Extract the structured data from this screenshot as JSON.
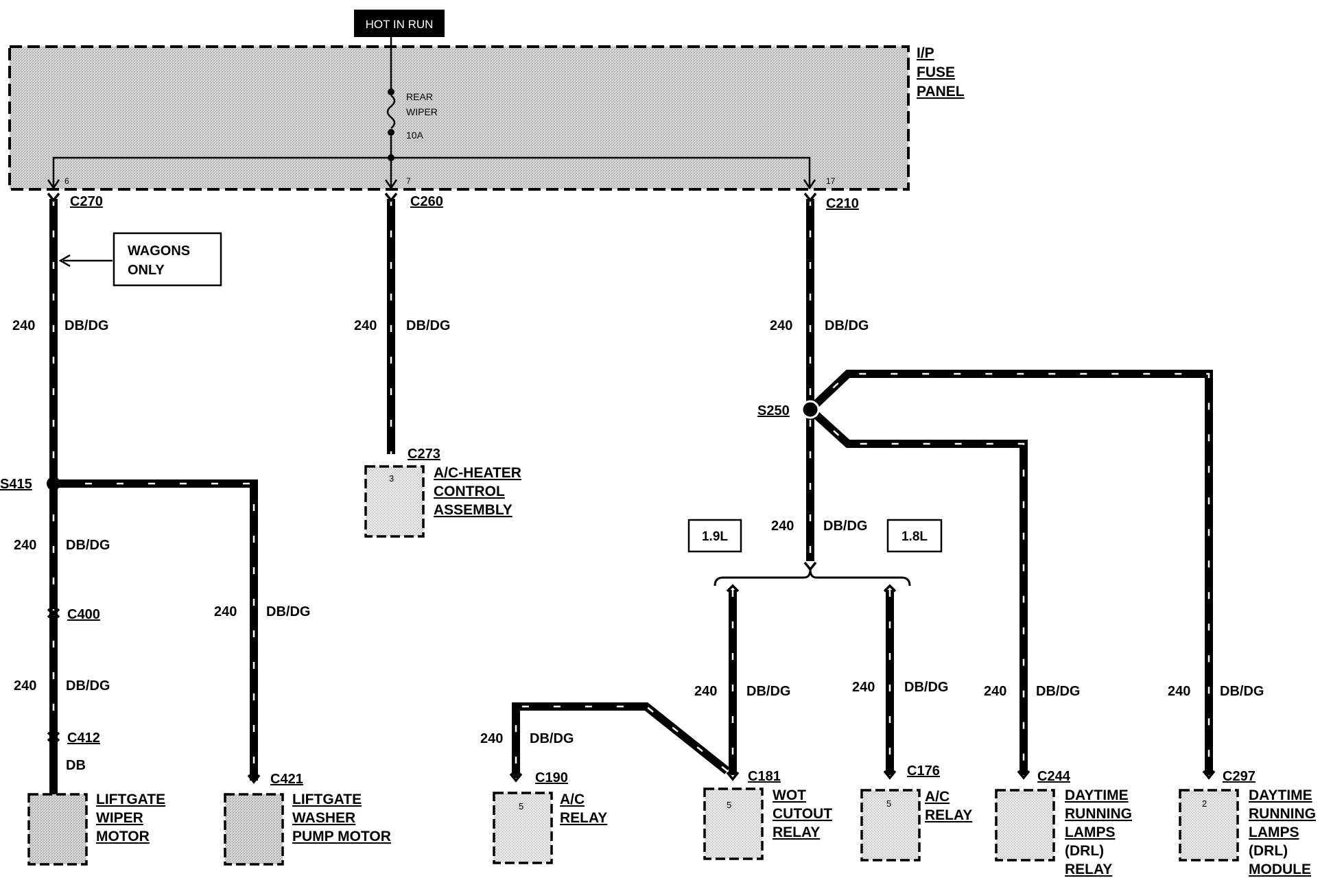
{
  "source": {
    "label": "HOT IN RUN"
  },
  "fuse_panel": {
    "label_lines": [
      "I/P",
      "FUSE",
      "PANEL"
    ],
    "fuse_name_lines": [
      "REAR",
      "WIPER"
    ],
    "fuse_rating": "10A",
    "pins": [
      "6",
      "7",
      "17"
    ]
  },
  "connectors": {
    "c270": "C270",
    "c260": "C260",
    "c210": "C210",
    "c273": "C273",
    "c400": "C400",
    "c412": "C412",
    "c421": "C421",
    "c190": "C190",
    "c181": "C181",
    "c176": "C176",
    "c244": "C244",
    "c297": "C297"
  },
  "splices": {
    "s415": "S415",
    "s250": "S250"
  },
  "notes": {
    "wagons_lines": [
      "WAGONS",
      "ONLY"
    ],
    "engine_19": "1.9L",
    "engine_18": "1.8L"
  },
  "wire": {
    "circuit": "240",
    "color": "DB/DG",
    "color_db": "DB"
  },
  "components": {
    "ac_heater": {
      "pin": "3",
      "lines": [
        "A/C-HEATER",
        "CONTROL",
        "ASSEMBLY"
      ]
    },
    "liftgate_wiper": {
      "lines": [
        "LIFTGATE",
        "WIPER",
        "MOTOR"
      ]
    },
    "liftgate_washer": {
      "lines": [
        "LIFTGATE",
        "WASHER",
        "PUMP MOTOR"
      ]
    },
    "ac_relay_1": {
      "pin": "5",
      "lines": [
        "A/C",
        "RELAY"
      ]
    },
    "wot_relay": {
      "pin": "5",
      "lines": [
        "WOT",
        "CUTOUT",
        "RELAY"
      ]
    },
    "ac_relay_2": {
      "pin": "5",
      "lines": [
        "A/C",
        "RELAY"
      ]
    },
    "drl_relay": {
      "lines": [
        "DAYTIME",
        "RUNNING",
        "LAMPS",
        "(DRL)",
        "RELAY"
      ]
    },
    "drl_module": {
      "pin": "2",
      "lines": [
        "DAYTIME",
        "RUNNING",
        "LAMPS",
        "(DRL)",
        "MODULE"
      ]
    }
  }
}
